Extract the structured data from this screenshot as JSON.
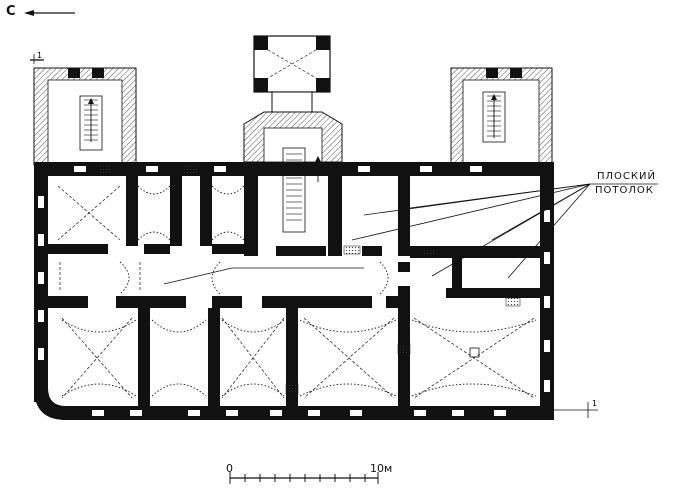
{
  "compass": {
    "letter": "С"
  },
  "annotation": {
    "line1": "ПЛОСКИЙ",
    "line2": "ПОТОЛОК"
  },
  "scale": {
    "start_label": "0",
    "end_label": "10м"
  },
  "section_markers": {
    "left": "1",
    "right": "1"
  },
  "colors": {
    "ink": "#111111",
    "paper": "#ffffff",
    "hatch": "#555555"
  }
}
